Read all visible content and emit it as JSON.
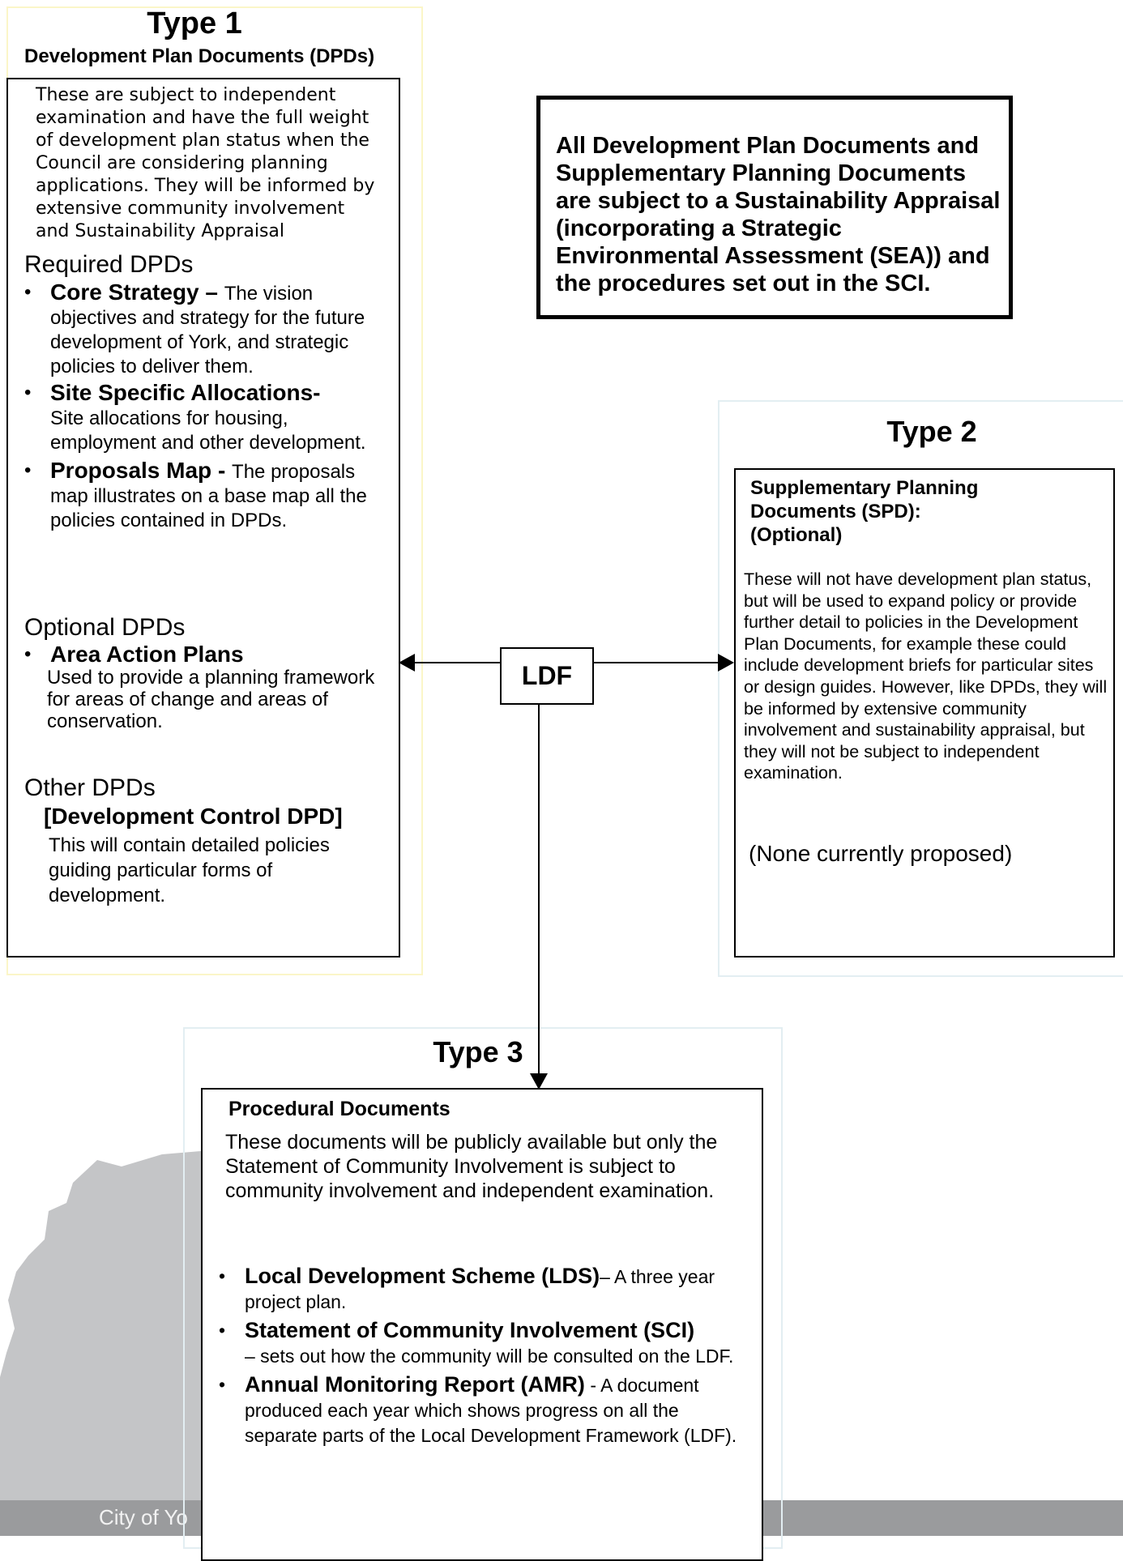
{
  "type1": {
    "title": "Type 1",
    "subtitle": "Development Plan Documents (DPDs)",
    "intro": "These are subject to independent examination and have the full weight of development plan status when the Council are considering planning applications.  They will be informed by extensive community involvement and Sustainability Appraisal",
    "required_heading": "Required DPDs",
    "required_items": [
      {
        "name": "Core Strategy – ",
        "desc": "The vision objectives and strategy  for the future development of York, and strategic policies to deliver them."
      },
      {
        "name": "Site Specific Allocations-",
        "desc": "Site allocations for housing, employment and other development."
      },
      {
        "name": "Proposals Map - ",
        "desc": " The proposals map illustrates on a base map all the policies contained in DPDs."
      }
    ],
    "optional_heading": "Optional DPDs",
    "optional_item_name": "Area Action Plans",
    "optional_item_desc": "Used to provide a planning framework for areas of change and areas of conservation.",
    "other_heading": "Other DPDs",
    "other_item_name": "[Development Control DPD]",
    "other_item_desc": "This will contain detailed policies guiding particular forms of development."
  },
  "sea_note": "All Development Plan Documents and Supplementary Planning Documents are subject to a Sustainability Appraisal (incorporating  a Strategic Environmental Assessment (SEA)) and the procedures set out in the SCI.",
  "ldf_label": "LDF",
  "type2": {
    "title": "Type 2",
    "heading": "Supplementary Planning Documents (SPD): (Optional)",
    "body": "These will not have development plan status, but will be used to expand policy or provide further detail to policies in the Development Plan Documents, for example these could include development briefs for particular sites or design guides. However, like DPDs, they will be informed by extensive community involvement and sustainability appraisal, but they will not be subject to independent examination.",
    "note": "(None currently proposed)"
  },
  "type3": {
    "title": "Type 3",
    "heading": "Procedural Documents",
    "intro": "These documents will be publicly available but only the Statement of Community Involvement is subject to community involvement and independent examination.",
    "items": [
      {
        "name": "Local Development Scheme (LDS)",
        "desc": "– A three year project plan."
      },
      {
        "name": "Statement of Community Involvement (SCI)",
        "desc": " – sets out how the community will be consulted on the LDF."
      },
      {
        "name": "Annual Monitoring Report (AMR)",
        "desc": " - A document produced each year which shows progress on all the separate parts of the Local Development Framework (LDF)."
      }
    ]
  },
  "footer_text": "City of Yo",
  "colors": {
    "footer_band": "#9a9b9d",
    "map_shape": "#c4c5c7",
    "type1_frame": "#fbf6c8",
    "type2_3_frame": "#e3eef2"
  }
}
